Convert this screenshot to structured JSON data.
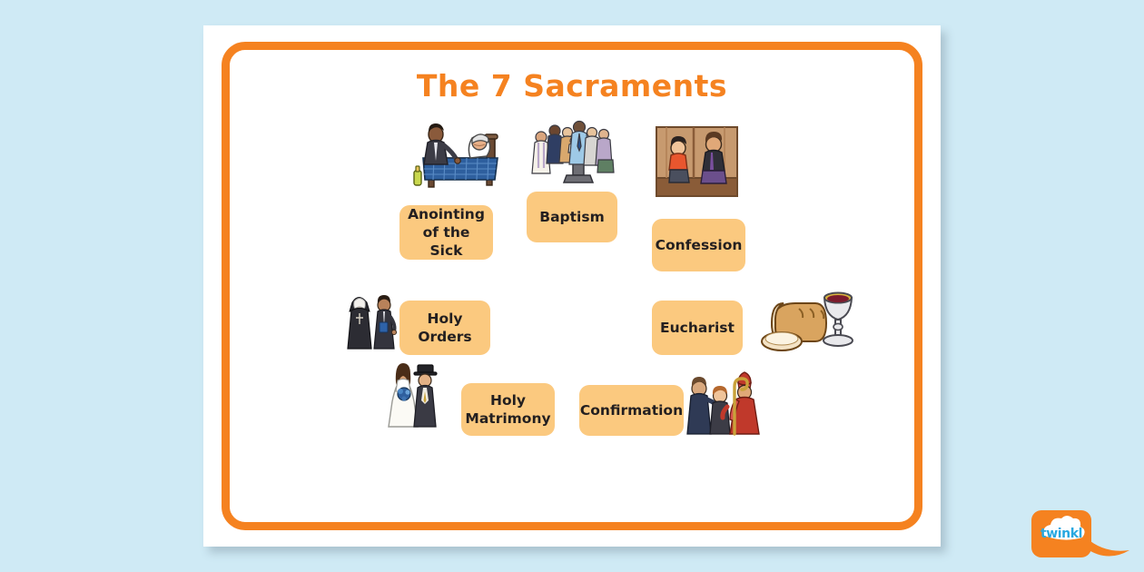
{
  "page": {
    "title": "The 7 Sacraments",
    "background_color": "#cfeaf5",
    "sheet_color": "#ffffff",
    "border_color": "#f58220",
    "label_box_color": "#fbc97f",
    "label_text_color": "#231f20",
    "title_color": "#f58220"
  },
  "sacraments": [
    {
      "id": "anointing-of-the-sick",
      "label": "Anointing\nof the Sick",
      "illustration": "priest-at-bedside-of-sick-person-with-oil-illustration"
    },
    {
      "id": "baptism",
      "label": "Baptism",
      "illustration": "family-and-priest-around-baptismal-font-illustration"
    },
    {
      "id": "confession",
      "label": "Confession",
      "illustration": "boy-and-priest-seated-in-confessional-illustration"
    },
    {
      "id": "holy-orders",
      "label": "Holy\nOrders",
      "illustration": "nun-and-priest-standing-illustration"
    },
    {
      "id": "eucharist",
      "label": "Eucharist",
      "illustration": "bread-loaf-and-chalice-of-wine-illustration"
    },
    {
      "id": "holy-matrimony",
      "label": "Holy\nMatrimony",
      "illustration": "bride-and-groom-wedding-couple-illustration"
    },
    {
      "id": "confirmation",
      "label": "Confirmation",
      "illustration": "bishop-confirming-boy-with-sponsor-illustration"
    }
  ],
  "branding": {
    "logo_text": "twinkl",
    "logo_background": "#f58220",
    "logo_text_color": "#28a8e0"
  }
}
